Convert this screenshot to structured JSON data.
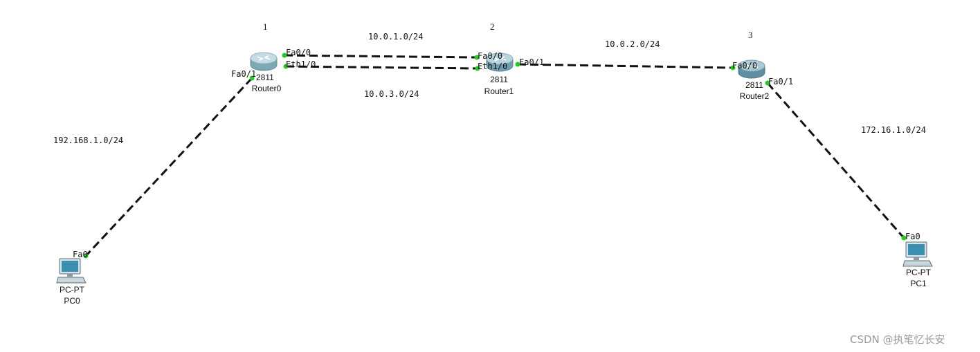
{
  "colors": {
    "link": "#111111",
    "port_dot": "#22cc22",
    "router_body": "#8fb9c6",
    "pc_screen": "#3a8fb0",
    "watermark": "#9a9a9a"
  },
  "icons": {
    "router": "router-icon",
    "pc": "pc-icon"
  },
  "devices": {
    "router0": {
      "index": "1",
      "model": "2811",
      "name": "Router0",
      "ports": [
        "Fa0/0",
        "Eth1/0",
        "Fa0/1"
      ]
    },
    "router1": {
      "index": "2",
      "model": "2811",
      "name": "Router1",
      "ports": [
        "Fa0/0",
        "Eth1/0",
        "Fa0/1"
      ]
    },
    "router2": {
      "index": "3",
      "model": "2811",
      "name": "Router2",
      "ports": [
        "Fa0/0",
        "Fa0/1"
      ]
    },
    "pc0": {
      "model": "PC-PT",
      "name": "PC0",
      "port": "Fa0"
    },
    "pc1": {
      "model": "PC-PT",
      "name": "PC1",
      "port": "Fa0"
    }
  },
  "networks": {
    "r0_r1_fa": "10.0.1.0/24",
    "r0_r1_eth": "10.0.3.0/24",
    "r1_r2": "10.0.2.0/24",
    "pc0_net": "192.168.1.0/24",
    "pc1_net": "172.16.1.0/24"
  },
  "watermark": "CSDN @执笔忆长安"
}
